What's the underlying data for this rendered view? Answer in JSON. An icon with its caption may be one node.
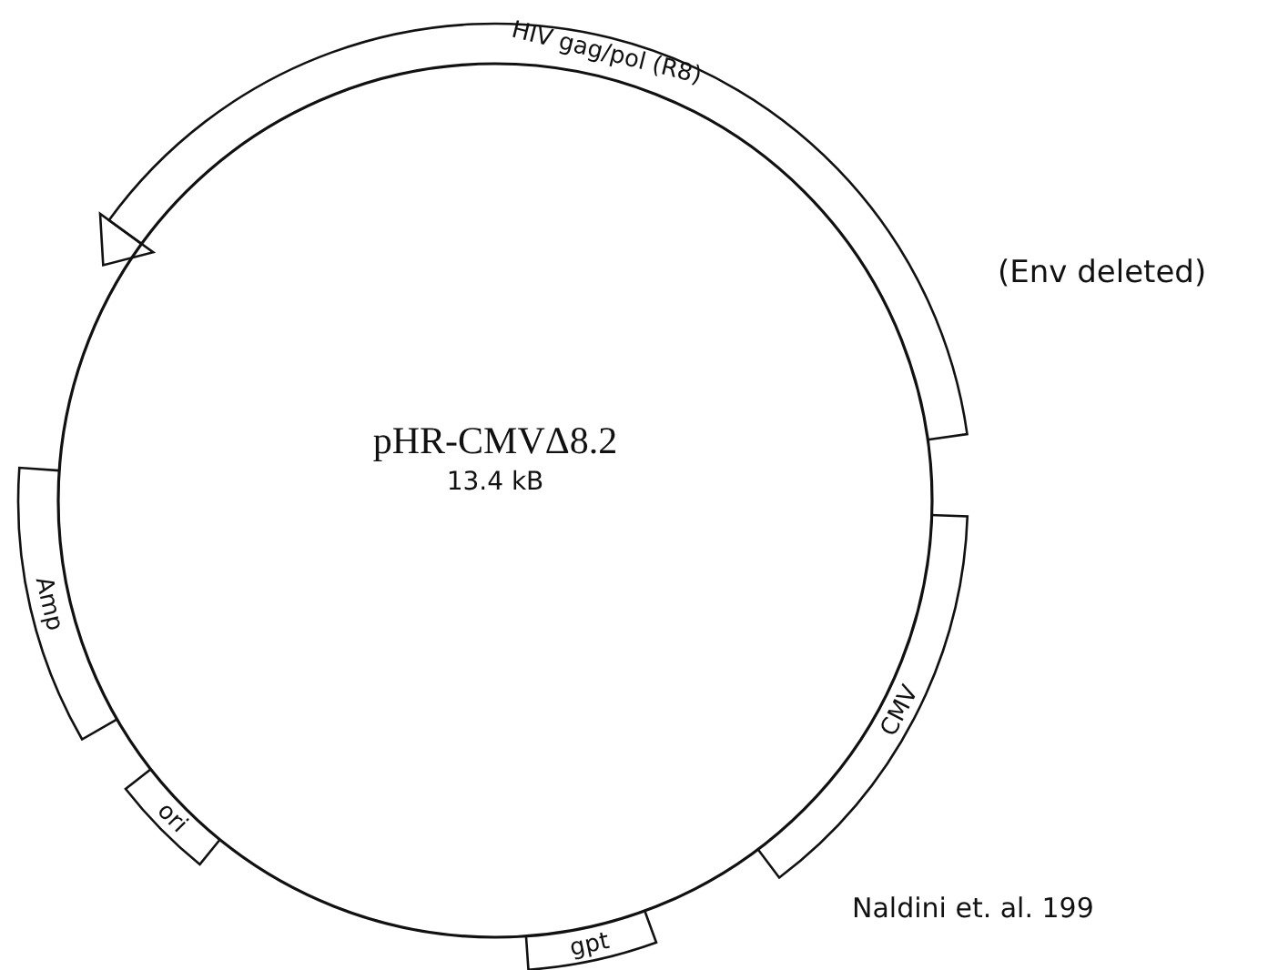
{
  "diagram": {
    "nodes": [
      {
        "text": [
          "pHR-CMVΔ8.2",
          "13.4 kB"
        ]
      },
      {
        "text": [
          "HIV gag/pol (R8)"
        ]
      },
      {
        "text": [
          "CMV"
        ]
      },
      {
        "text": [
          "gpt"
        ]
      },
      {
        "text": [
          "ori"
        ]
      },
      {
        "text": [
          "Amp"
        ]
      }
    ],
    "labels": [
      "(Env deleted)",
      "Naldini et. al. 199"
    ]
  }
}
